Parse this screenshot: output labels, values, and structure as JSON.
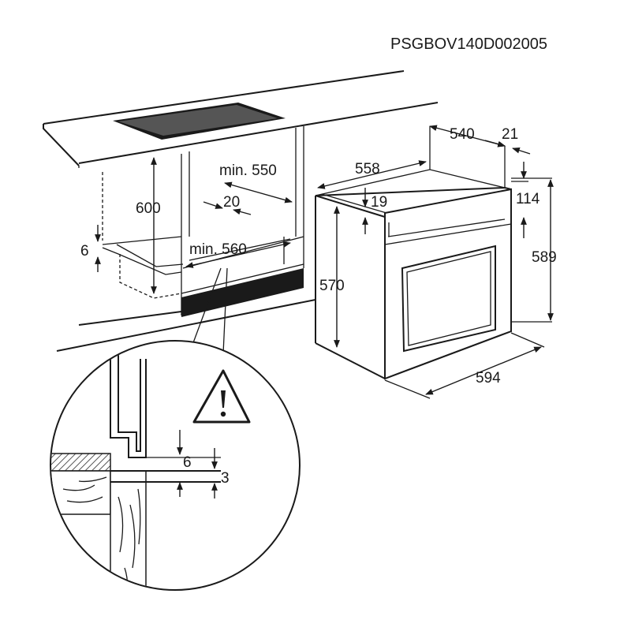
{
  "drawing_code": "PSGBOV140D002005",
  "dimensions": {
    "cabinet_height": "600",
    "cabinet_depth": "min. 550",
    "gap_rear": "20",
    "cabinet_width": "min. 560",
    "shelf_gap": "6",
    "oven_depth": "540",
    "door_depth": "21",
    "oven_body_depth": "558",
    "panel_top": "19",
    "control_panel_height": "114",
    "oven_body_height": "570",
    "oven_total_height": "589",
    "oven_width": "594",
    "detail_gap_6": "6",
    "detail_gap_3": "3"
  },
  "icons": {
    "warning": "warning-triangle-icon"
  }
}
